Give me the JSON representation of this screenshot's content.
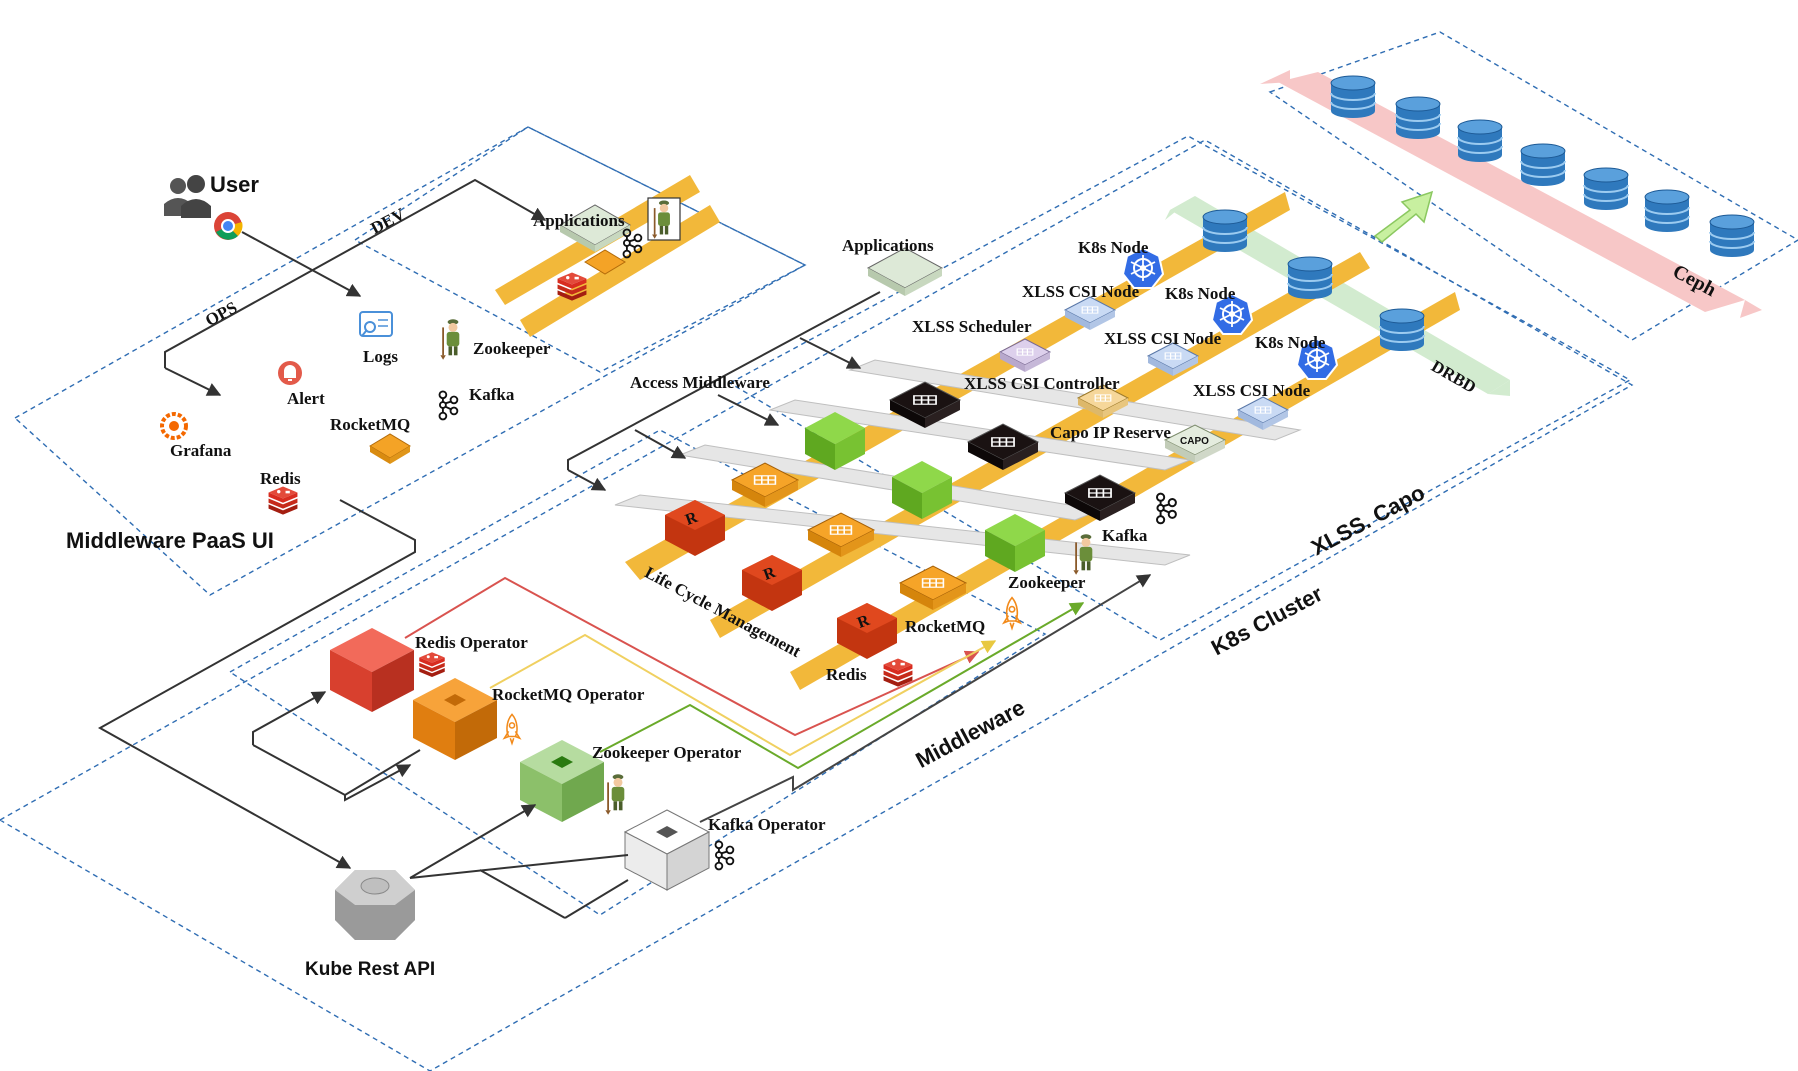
{
  "labels": {
    "user": "User",
    "dev": "DEV",
    "ops": "OPS",
    "logs": "Logs",
    "alert": "Alert",
    "grafana": "Grafana",
    "redis_ui": "Redis",
    "rocketmq_ui": "RocketMQ",
    "zookeeper_ui": "Zookeeper",
    "kafka_ui": "Kafka",
    "paas_ui": "Middleware PaaS UI",
    "applications_top": "Applications",
    "applications_mid": "Applications",
    "access_middleware": "Access Middleware",
    "life_cycle": "Life Cycle Management",
    "redis_cluster": "Redis",
    "rocketmq_cluster": "RocketMQ",
    "zookeeper_cluster": "Zookeeper",
    "kafka_cluster": "Kafka",
    "middleware": "Middleware",
    "k8s_cluster": "K8s Cluster",
    "xlss_capo": "XLSS. Capo",
    "xlss_scheduler": "XLSS Scheduler",
    "xlss_csi_controller": "XLSS CSI Controller",
    "capo_ip_reserve": "Capo IP Reserve",
    "capo_badge": "CAPO",
    "k8s_node_1": "K8s Node",
    "k8s_node_2": "K8s Node",
    "k8s_node_3": "K8s Node",
    "xlss_csi_node_1": "XLSS CSI Node",
    "xlss_csi_node_2": "XLSS CSI Node",
    "xlss_csi_node_3": "XLSS CSI Node",
    "drbd": "DRBD",
    "ceph": "Ceph",
    "redis_operator": "Redis Operator",
    "rocketmq_operator": "RocketMQ Operator",
    "zookeeper_operator": "Zookeeper Operator",
    "kafka_operator": "Kafka Operator",
    "kube_rest_api": "Kube Rest API",
    "redis_cube_letter": "R"
  },
  "colors": {
    "dashed_border": "#2f6db3",
    "band_orange": "#f2b83a",
    "band_grey": "#e4e4e4",
    "redis_red": "#d13a1a",
    "rocketmq_orange": "#f29a1a",
    "zookeeper_green": "#8dc64b",
    "kafka_white": "#f4f4f4",
    "ceph_pink": "#f4c2c2",
    "drbd_green": "#cfe8cc",
    "disk_blue": "#3d86c6",
    "k8s_blue": "#326ce5",
    "line_redis": "#d9534f",
    "line_rocketmq": "#f0d060",
    "line_zookeeper": "#6aaa2a",
    "line_dark": "#333333"
  },
  "icons": [
    "user-group-icon",
    "chrome-icon",
    "logs-icon",
    "alert-icon",
    "grafana-icon",
    "redis-icon",
    "rocketmq-icon",
    "zookeeper-icon",
    "kafka-icon",
    "k8s-icon",
    "disk-icon",
    "arrow-icon",
    "cube-icon"
  ]
}
